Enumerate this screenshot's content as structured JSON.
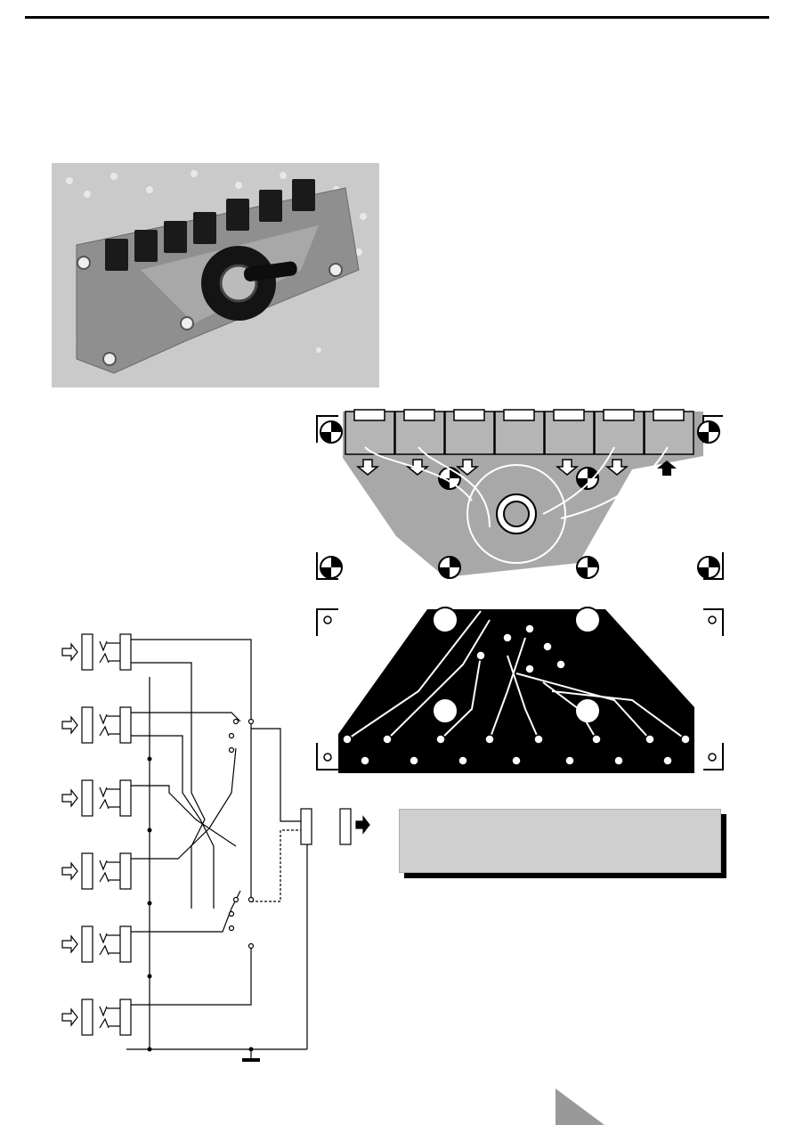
{
  "page": {
    "caption_text": ""
  },
  "figures": {
    "photo": {
      "kind": "photograph",
      "colors": {
        "board": "#9a9a9a",
        "background": "#c8c8c8"
      }
    },
    "pcb_component_side": {
      "jack_count": 7,
      "arrows": [
        "input-arrow",
        "input-arrow",
        "input-arrow",
        "input-arrow",
        "input-arrow",
        "input-arrow",
        "output-arrow"
      ]
    },
    "pcb_copper_side": {
      "colors": {
        "copper": "#000000",
        "board": "#ffffff"
      }
    },
    "schematic": {
      "input_jacks": 6,
      "output_jacks": 1,
      "switch": "rotary-2-pole-6-way"
    }
  },
  "colors": {
    "rule": "#000000",
    "caption_fill": "#cfcfcf",
    "shadow": "#000000"
  }
}
